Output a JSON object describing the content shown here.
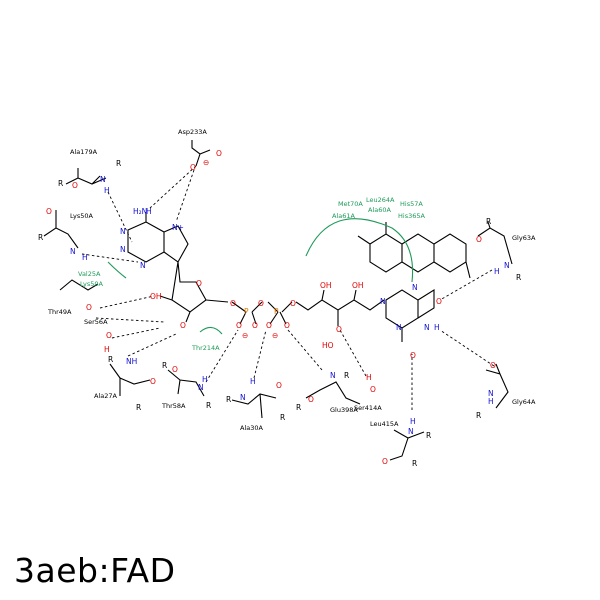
{
  "title": "3aeb:FAD",
  "residues": {
    "asp233a": "Asp233A",
    "ala179a": "Ala179A",
    "lys50a_top": "Lys50A",
    "val25a": "Val25A",
    "lys50a_hyd": "Lys50A",
    "thr49a": "Thr49A",
    "ser56a": "Ser56A",
    "ala27a": "Ala27A",
    "thr58a": "Thr58A",
    "thr214a": "Thr214A",
    "ala30a": "Ala30A",
    "glu398a": "Glu398A",
    "ser414a": "Ser414A",
    "leu415a": "Leu415A",
    "gly63a": "Gly63A",
    "gly64a": "Gly64A",
    "met70a": "Met70A",
    "ala61a": "Ala61A",
    "leu264a": "Leu264A",
    "ala60a": "Ala60A",
    "his57a": "His57A",
    "his365a": "His365A"
  },
  "atoms": {
    "O": "O",
    "N": "N",
    "H": "H",
    "R": "R",
    "P": "P",
    "OH": "OH",
    "NH": "NH",
    "HO": "HO",
    "Nplus": "N+",
    "minus": "⊖",
    "H2N": "H₂N"
  },
  "colors": {
    "oxygen": "#e00000",
    "nitrogen": "#1010d0",
    "phosphorus": "#e07800",
    "hydrophobic": "#1e9a5a"
  }
}
